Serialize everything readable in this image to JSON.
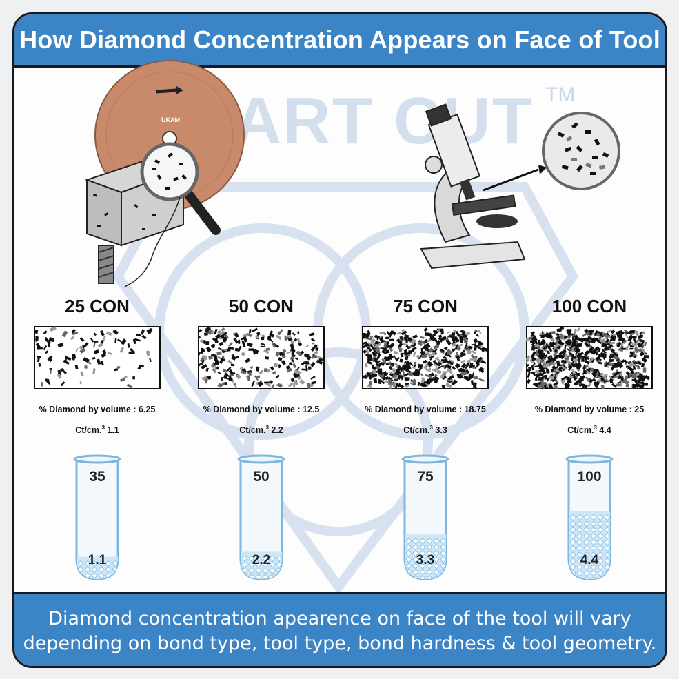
{
  "header": {
    "title": "How Diamond Concentration Appears on Face of Tool"
  },
  "watermark": {
    "text": "SMART CUT",
    "tm": "TM"
  },
  "wheel": {
    "brand": "UKAM"
  },
  "concentrations": [
    {
      "label": "25 CON",
      "pct_label": "% Diamond by volume : 6.25",
      "ct_prefix": "Ct/cm.",
      "ct_sup": "3",
      "ct_value": "1.1",
      "tube_top": "35",
      "tube_bottom": "1.1",
      "fill_level": 0.18,
      "particle_density": 0.12
    },
    {
      "label": "50 CON",
      "pct_label": "% Diamond by volume : 12.5",
      "ct_prefix": "Ct/cm.",
      "ct_sup": "3",
      "ct_value": "2.2",
      "tube_top": "50",
      "tube_bottom": "2.2",
      "fill_level": 0.22,
      "particle_density": 0.35
    },
    {
      "label": "75 CON",
      "pct_label": "% Diamond by volume : 18.75",
      "ct_prefix": "Ct/cm.",
      "ct_sup": "3",
      "ct_value": "3.3",
      "tube_top": "75",
      "tube_bottom": "3.3",
      "fill_level": 0.36,
      "particle_density": 0.7
    },
    {
      "label": "100 CON",
      "pct_label": "% Diamond by volume : 25",
      "ct_prefix": "Ct/cm.",
      "ct_sup": "3",
      "ct_value": "4.4",
      "tube_top": "100",
      "tube_bottom": "4.4",
      "fill_level": 0.55,
      "particle_density": 0.95
    }
  ],
  "footer": {
    "line1": "Diamond concentration apearence on face of the tool will vary",
    "line2": "depending on bond type, tool type, bond hardness & tool geometry."
  },
  "colors": {
    "accent": "#3b84c5",
    "border": "#1a1a1a",
    "watermark": "#c7d6ea",
    "wheel": "#c98a6b",
    "tube_fill": "#cfe6f7"
  }
}
